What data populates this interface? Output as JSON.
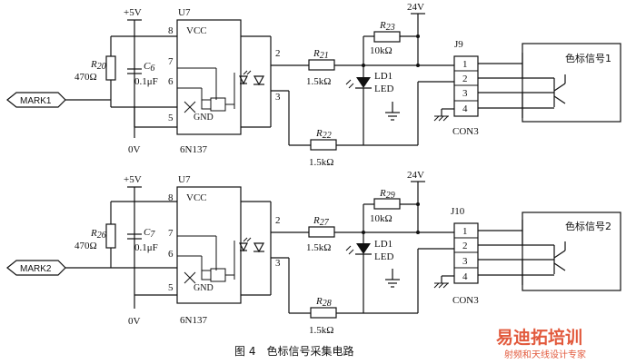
{
  "circuit_top": {
    "vcc_supply": "+5V",
    "ic_ref": "U7",
    "ic_pin_8": "8",
    "ic_pin_7": "7",
    "ic_pin_6": "6",
    "ic_pin_5": "5",
    "ic_vcc": "VCC",
    "ic_gnd": "GND",
    "ic_part": "6N137",
    "ground_label": "0V",
    "input_label": "MARK1",
    "r_in_ref": "R",
    "r_in_sub": "20",
    "r_in_val": "470Ω",
    "cap_ref": "C",
    "cap_sub": "6",
    "cap_val": "0.1μF",
    "pin_2": "2",
    "pin_3": "3",
    "r_a_ref": "R",
    "r_a_sub": "21",
    "r_a_val": "1.5kΩ",
    "r_b_ref": "R",
    "r_b_sub": "22",
    "r_b_val": "1.5kΩ",
    "r_pull_ref": "R",
    "r_pull_sub": "23",
    "r_pull_val": "10kΩ",
    "supply_24": "24V",
    "led_ref": "LD1",
    "led_type": "LED",
    "conn_ref": "J9",
    "conn_type": "CON3",
    "conn_pins": [
      "1",
      "2",
      "3",
      "4"
    ],
    "sensor_label": "色标信号1"
  },
  "circuit_bottom": {
    "vcc_supply": "+5V",
    "ic_ref": "U7",
    "ic_pin_8": "8",
    "ic_pin_7": "7",
    "ic_pin_6": "6",
    "ic_pin_5": "5",
    "ic_vcc": "VCC",
    "ic_gnd": "GND",
    "ic_part": "6N137",
    "ground_label": "0V",
    "input_label": "MARK2",
    "r_in_ref": "R",
    "r_in_sub": "26",
    "r_in_val": "470Ω",
    "cap_ref": "C",
    "cap_sub": "7",
    "cap_val": "0.1μF",
    "pin_2": "2",
    "pin_3": "3",
    "r_a_ref": "R",
    "r_a_sub": "27",
    "r_a_val": "1.5kΩ",
    "r_b_ref": "R",
    "r_b_sub": "28",
    "r_b_val": "1.5kΩ",
    "r_pull_ref": "R",
    "r_pull_sub": "29",
    "r_pull_val": "10kΩ",
    "supply_24": "24V",
    "led_ref": "LD1",
    "led_type": "LED",
    "conn_ref": "J10",
    "conn_type": "CON3",
    "conn_pins": [
      "1",
      "2",
      "3",
      "4"
    ],
    "sensor_label": "色标信号2"
  },
  "caption": "图 4　色标信号采集电路",
  "watermark": {
    "line1": "易迪拓培训",
    "line2": "射频和天线设计专家"
  },
  "colors": {
    "ink": "#111111",
    "watermark": "#e25a3d"
  }
}
